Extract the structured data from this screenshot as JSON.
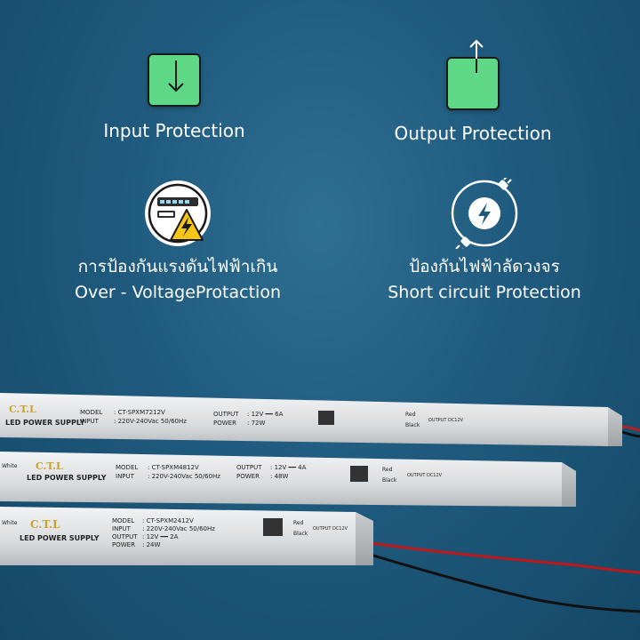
{
  "features": {
    "input": {
      "label": "Input Protection",
      "icon": "arrow-down-icon"
    },
    "output": {
      "label": "Output Protection",
      "icon": "arrow-up-icon"
    },
    "overvoltage": {
      "label_th": "การป้องกันแรงดันไฟฟ้าเกิน",
      "label_en": "Over - VoltageProtaction",
      "icon": "voltage-meter-warning-icon"
    },
    "short_circuit": {
      "label_th": "ป้องกันไฟฟ้าลัดวงจร",
      "label_en": "Short circuit Protection",
      "icon": "plug-lightning-icon"
    }
  },
  "colors": {
    "background": "#1f5a7e",
    "icon_green": "#5ed886",
    "warning_yellow": "#f5c518"
  },
  "psus": [
    {
      "brand": "C.T.L",
      "type": "LED POWER SUPPLY",
      "model_label": "MODEL",
      "model": ": CT-SPXM7212V",
      "input_label": "INPUT",
      "input": ": 220V-240Vac 50/60Hz",
      "output_label": "OUTPUT",
      "output": ": 12V ━━ 6A",
      "power_label": "POWER",
      "power": ": 72W",
      "wire_red": "Red",
      "wire_black": "Black",
      "out_dc": "OUTPUT DC12V"
    },
    {
      "brand": "C.T.L",
      "type": "LED POWER SUPPLY",
      "model_label": "MODEL",
      "model": ": CT-SPXM4812V",
      "input_label": "INPUT",
      "input": ": 220V-240Vac 50/60Hz",
      "output_label": "OUTPUT",
      "output": ": 12V ━━ 4A",
      "power_label": "POWER",
      "power": ": 48W",
      "wire_red": "Red",
      "wire_black": "Black",
      "wire_white": "White",
      "out_dc": "OUTPUT DC12V"
    },
    {
      "brand": "C.T.L",
      "type": "LED POWER SUPPLY",
      "model_label": "MODEL",
      "model": ": CT-SPXM2412V",
      "input_label": "INPUT",
      "input": ": 220V-240Vac 50/60Hz",
      "output_label": "OUTPUT",
      "output": ": 12V ━━ 2A",
      "power_label": "POWER",
      "power": ": 24W",
      "wire_red": "Red",
      "wire_black": "Black",
      "wire_white": "White",
      "out_dc": "OUTPUT DC12V"
    }
  ]
}
